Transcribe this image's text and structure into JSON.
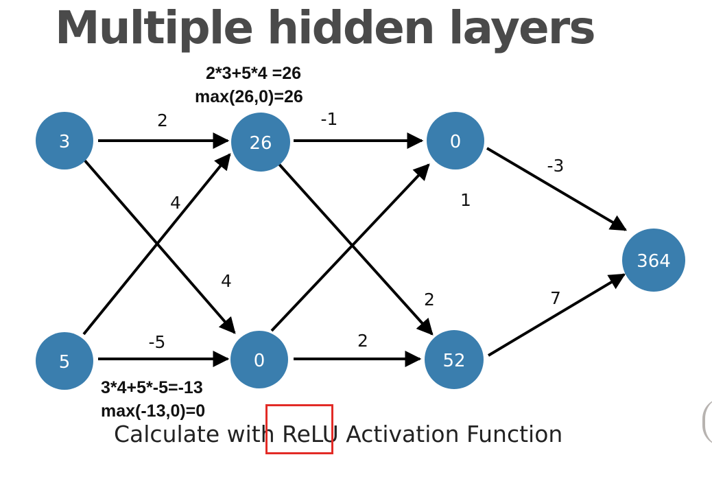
{
  "title": "Multiple hidden layers",
  "colors": {
    "node_fill": "#3a7eae",
    "node_text": "#ffffff",
    "arrow": "#000000",
    "highlight": "#e22b26"
  },
  "nodes": {
    "in1": "3",
    "in2": "5",
    "h1a": "26",
    "h1b": "0",
    "h2a": "0",
    "h2b": "52",
    "out": "364"
  },
  "weights": {
    "in1_h1a": "2",
    "in2_h1a": "4",
    "in1_h1b": "4",
    "in2_h1b": "-5",
    "h1a_h2a": "-1",
    "h1b_h2a": "1",
    "h1a_h2b": "2",
    "h1b_h2b": "2",
    "h2a_out": "-3",
    "h2b_out": "7"
  },
  "calc_top": {
    "line1": "2*3+5*4 =26",
    "line2": "max(26,0)=26"
  },
  "calc_bottom": {
    "line1": "3*4+5*-5=-13",
    "line2": "max(-13,0)=0"
  },
  "caption": {
    "before": "Calculate with ",
    "highlight": "ReLU",
    "after": " Activation Function"
  }
}
